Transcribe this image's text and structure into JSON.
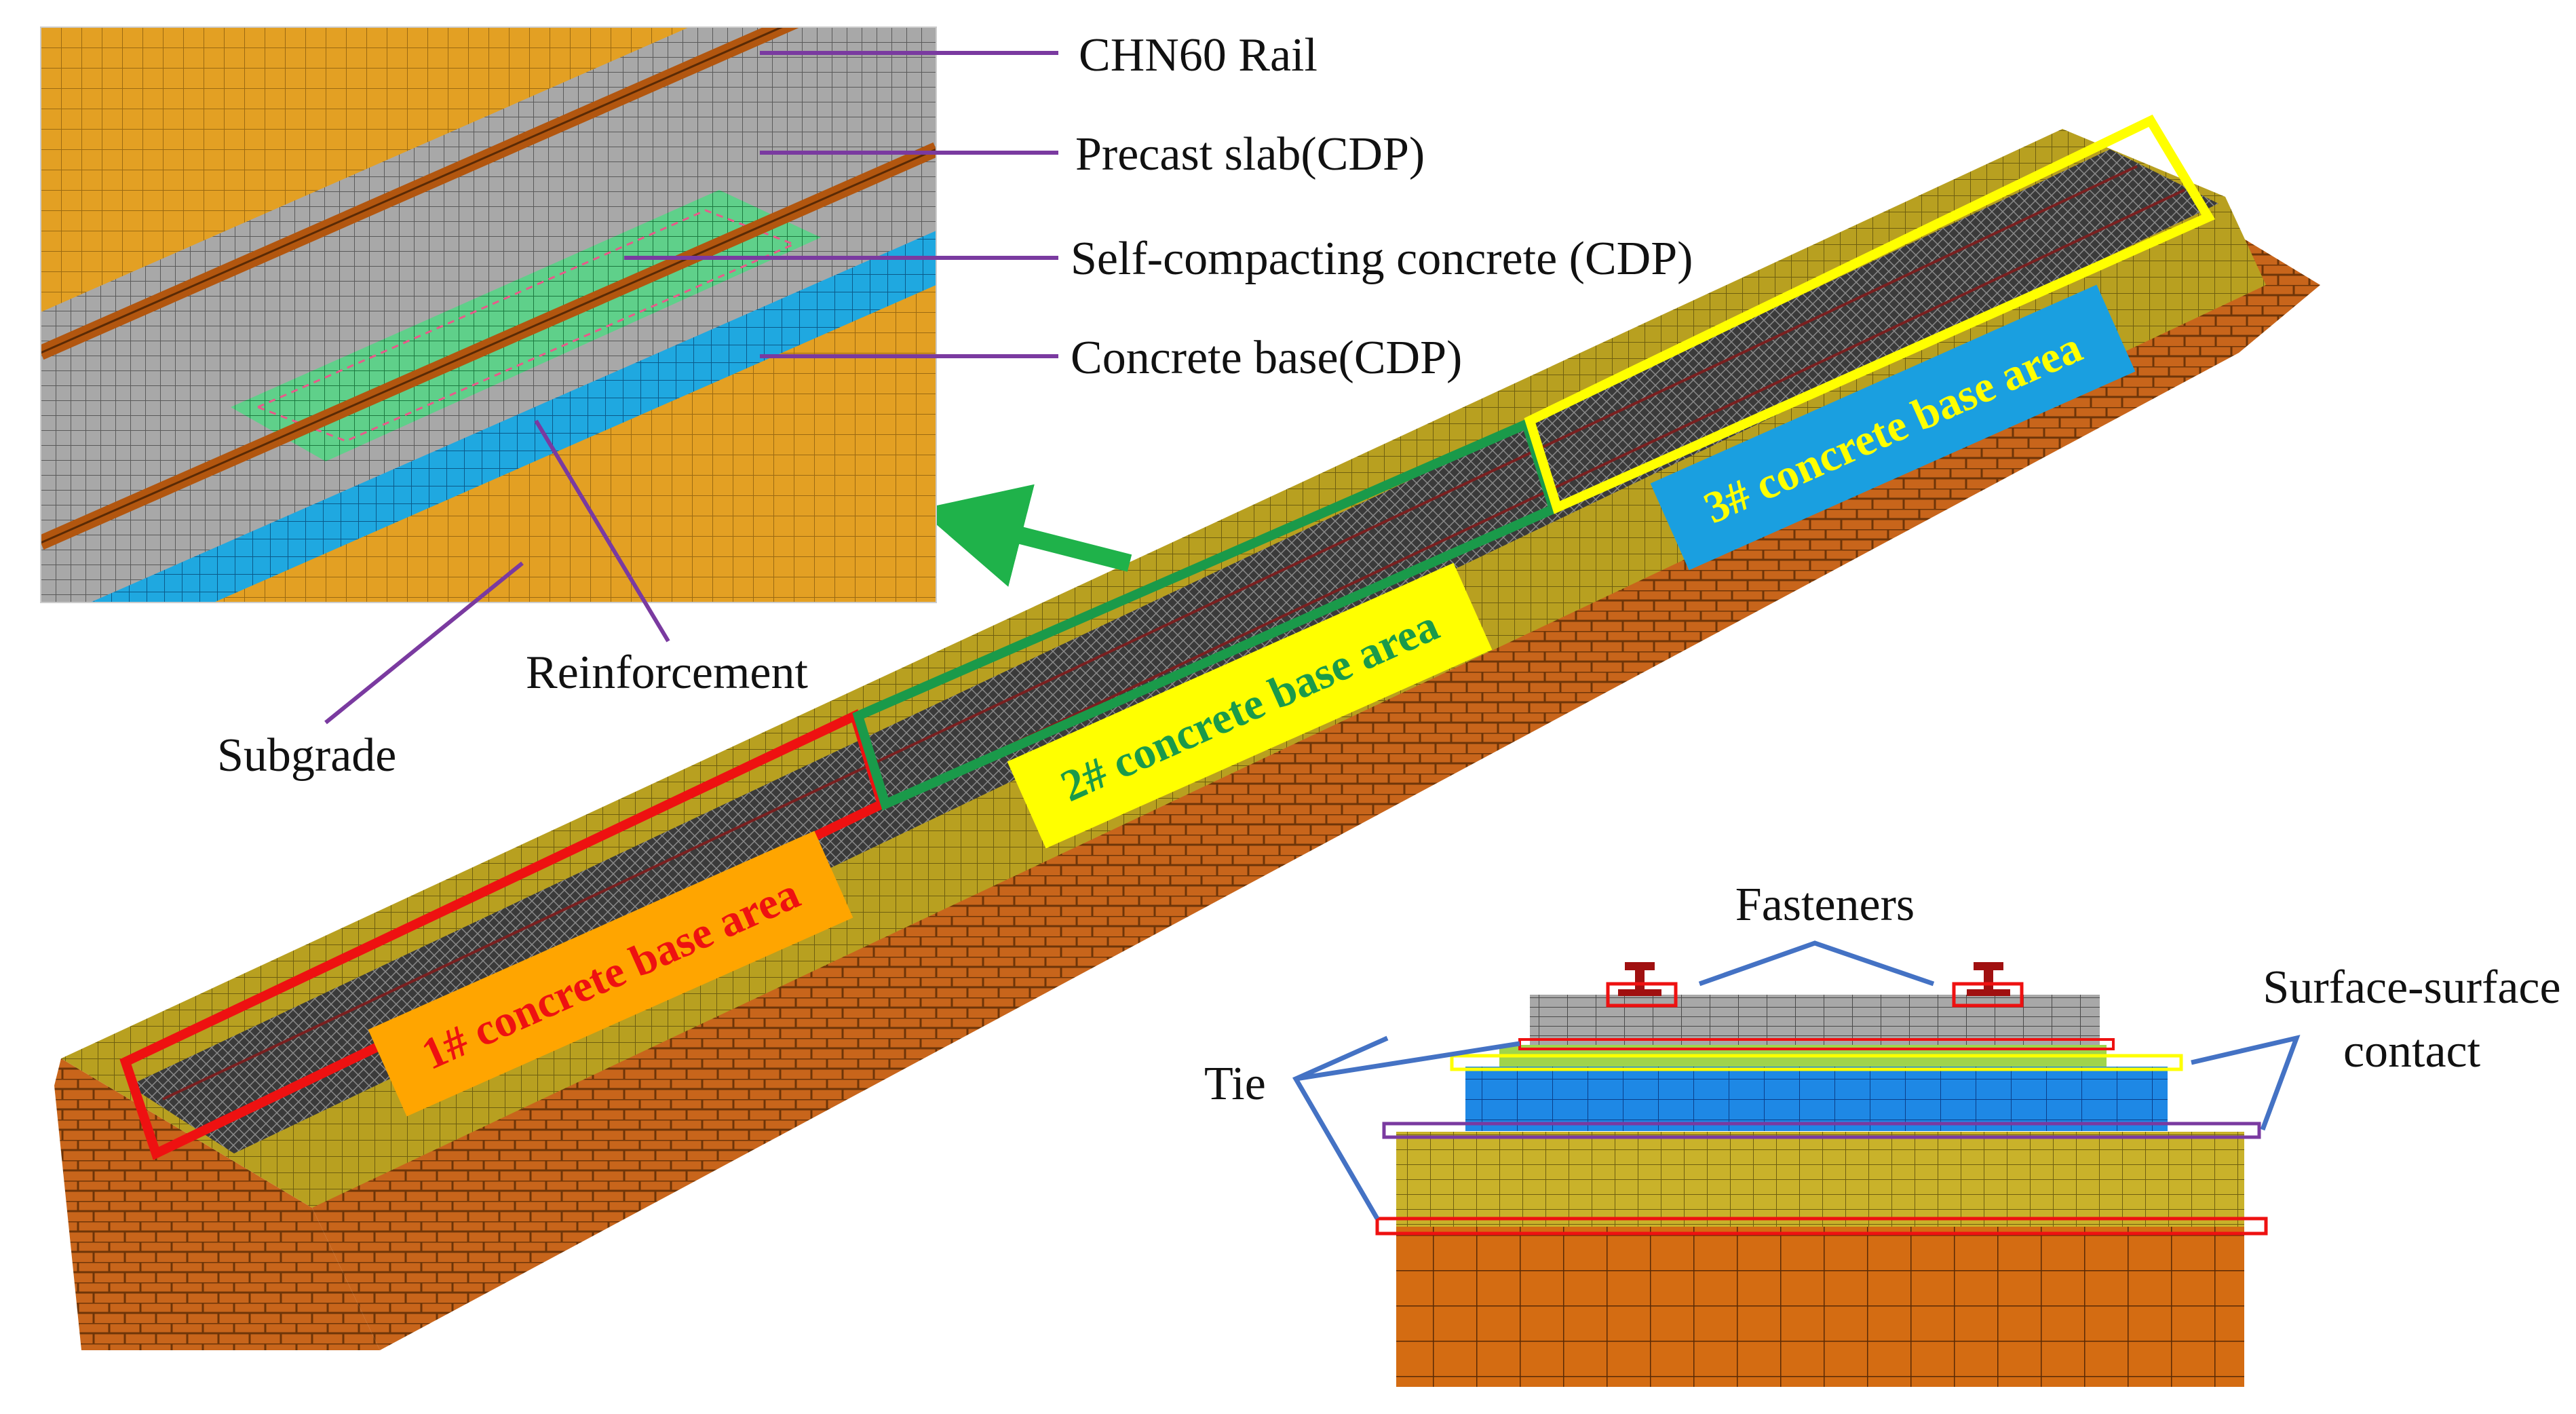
{
  "inset_labels": {
    "rail": "CHN60 Rail",
    "precast_slab": "Precast slab(CDP)",
    "scc": "Self-compacting concrete (CDP)",
    "concrete_base": "Concrete base(CDP)",
    "reinforcement": "Reinforcement",
    "subgrade": "Subgrade"
  },
  "areas": [
    {
      "label": "1# concrete base area",
      "frame_color": "#ee1111",
      "tag_bg": "#ffa500",
      "text_color": "#ee1111"
    },
    {
      "label": "2# concrete base area",
      "frame_color": "#1a9a4a",
      "tag_bg": "#ffff00",
      "text_color": "#1a9a4a"
    },
    {
      "label": "3# concrete base area",
      "frame_color": "#ffff00",
      "tag_bg": "#1a9fe0",
      "text_color": "#ffff00"
    }
  ],
  "section_labels": {
    "fasteners": "Fasteners",
    "tie": "Tie",
    "contact_line1": "Surface-surface",
    "contact_line2": "contact"
  },
  "colors": {
    "subgrade_top": "#b8a020",
    "embankment": "#c8651b",
    "track_dark": "#3a3a3a",
    "slab_gray": "#a8a8a8",
    "scc_green": "#5fd08a",
    "base_blue": "#1e88e5",
    "leader_purple": "#7a3aa0",
    "leader_blue": "#4472c4",
    "arrow_green": "#1fb24a"
  }
}
